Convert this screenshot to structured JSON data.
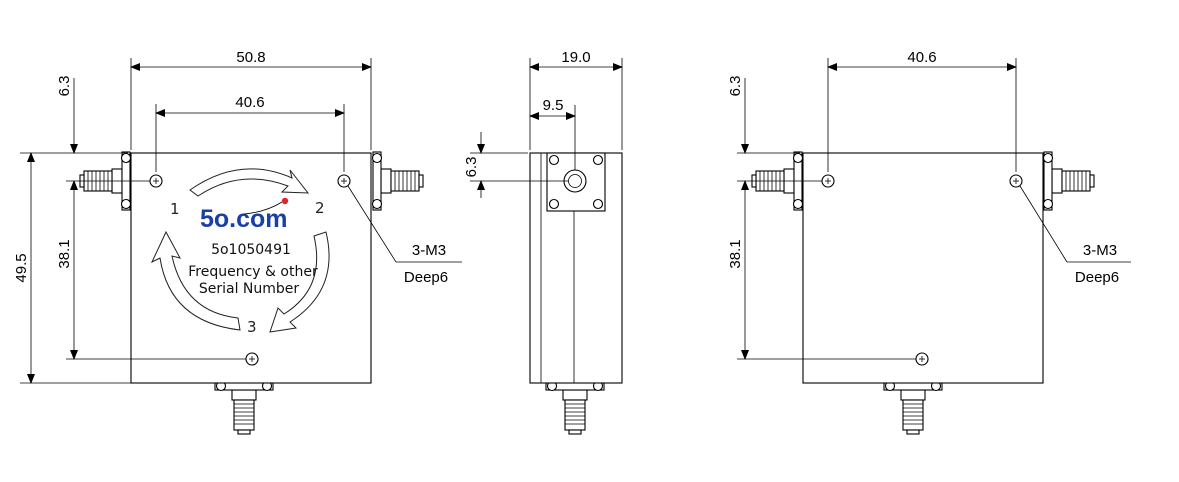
{
  "front_view": {
    "width_dim": "50.8",
    "hole_span_dim": "40.6",
    "top_offset_dim": "6.3",
    "height_dim": "49.5",
    "hole_vertical_dim": "38.1",
    "hole_note_line1": "3-M3",
    "hole_note_line2": "Deep6",
    "ports": [
      "1",
      "2",
      "3"
    ],
    "logo_text": "5o.com",
    "model_number": "5o1050491",
    "label_line1": "Frequency & other",
    "label_line2": "Serial Number"
  },
  "side_view": {
    "depth_dim": "19.0",
    "connector_offset_dim": "9.5",
    "connector_height_dim": "6.3"
  },
  "back_view": {
    "hole_span_dim": "40.6",
    "top_offset_dim": "6.3",
    "hole_vertical_dim": "38.1",
    "hole_note_line1": "3-M3",
    "hole_note_line2": "Deep6"
  },
  "colors": {
    "line": "#000000",
    "logo_blue": "#1a3fa8",
    "logo_dot": "#e0242a"
  }
}
